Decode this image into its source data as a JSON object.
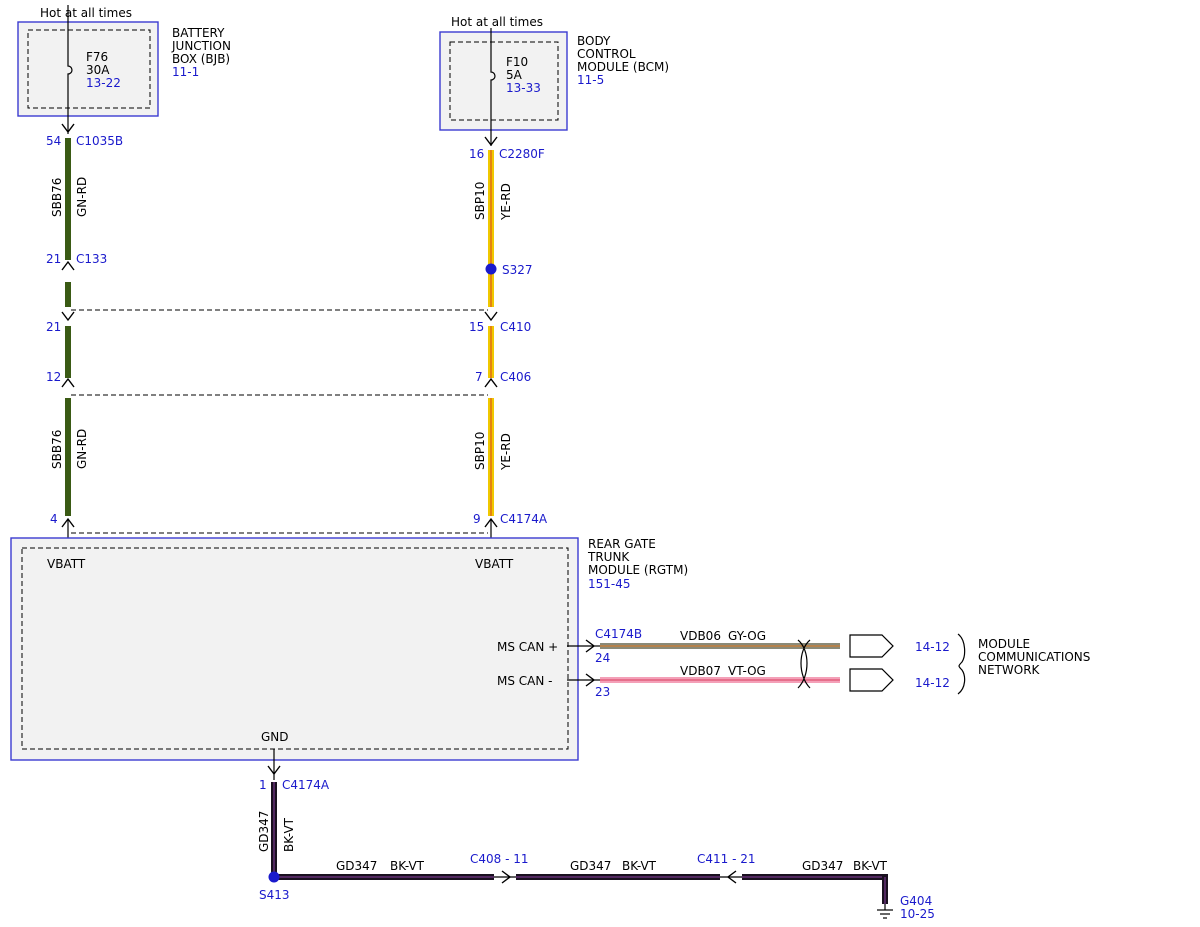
{
  "colors": {
    "component_border": "#3b3bd1",
    "component_fill": "#f2f2f2",
    "reference_text": "#1a1acc",
    "wire_green": "#3a5a14",
    "wire_yellow": "#f0c800",
    "wire_yellow_stripe": "#d84020",
    "wire_gray": "#8a8a78",
    "wire_orange_stripe": "#e07a20",
    "wire_pink": "#f4a0b8",
    "wire_black": "#1a1020",
    "wire_violet_stripe": "#8a3fa0",
    "splice_dot": "#1a1acc"
  },
  "bjb": {
    "supply": "Hot at all times",
    "name_lines": [
      "BATTERY",
      "JUNCTION",
      "BOX (BJB)"
    ],
    "page_ref": "11-1",
    "fuse_id": "F76",
    "fuse_rating": "30A",
    "fuse_ref": "13-22"
  },
  "bcm": {
    "supply": "Hot at all times",
    "name_lines": [
      "BODY",
      "CONTROL",
      "MODULE (BCM)"
    ],
    "page_ref": "11-5",
    "fuse_id": "F10",
    "fuse_rating": "5A",
    "fuse_ref": "13-33"
  },
  "left_circuit": {
    "connectors": [
      {
        "pin": "54",
        "name": "C1035B"
      },
      {
        "pin": "21",
        "name": "C133"
      },
      {
        "pin": "21",
        "name": ""
      },
      {
        "pin": "12",
        "name": ""
      },
      {
        "pin": "4",
        "name": ""
      }
    ],
    "circuit": "SBB76",
    "color": "GN-RD"
  },
  "right_circuit": {
    "connectors": [
      {
        "pin": "16",
        "name": "C2280F"
      },
      {
        "pin": "15",
        "name": "C410"
      },
      {
        "pin": "7",
        "name": "C406"
      },
      {
        "pin": "9",
        "name": "C4174A"
      }
    ],
    "splice": "S327",
    "circuit": "SBP10",
    "color": "YE-RD"
  },
  "rgtm": {
    "name_lines": [
      "REAR GATE",
      "TRUNK",
      "MODULE (RGTM)"
    ],
    "page_ref": "151-45",
    "pin_vbatt_left": "VBATT",
    "pin_vbatt_right": "VBATT",
    "pin_can_plus": "MS CAN +",
    "pin_can_minus": "MS CAN -",
    "pin_gnd": "GND"
  },
  "can_network": {
    "connector": "C4174B",
    "plus_pin": "24",
    "plus_circuit": "VDB06",
    "plus_color": "GY-OG",
    "plus_ref": "14-12",
    "minus_pin": "23",
    "minus_circuit": "VDB07",
    "minus_color": "VT-OG",
    "minus_ref": "14-12",
    "destination_lines": [
      "MODULE",
      "COMMUNICATIONS",
      "NETWORK"
    ]
  },
  "ground": {
    "pin": "1",
    "connector": "C4174A",
    "circuit": "GD347",
    "color": "BK-VT",
    "splice": "S413",
    "seg1_circuit": "GD347",
    "seg1_color": "BK-VT",
    "inline_1": "C408 - 11",
    "seg2_circuit": "GD347",
    "seg2_color": "BK-VT",
    "inline_2": "C411 - 21",
    "seg3_circuit": "GD347",
    "seg3_color": "BK-VT",
    "ground_id": "G404",
    "ground_ref": "10-25"
  }
}
